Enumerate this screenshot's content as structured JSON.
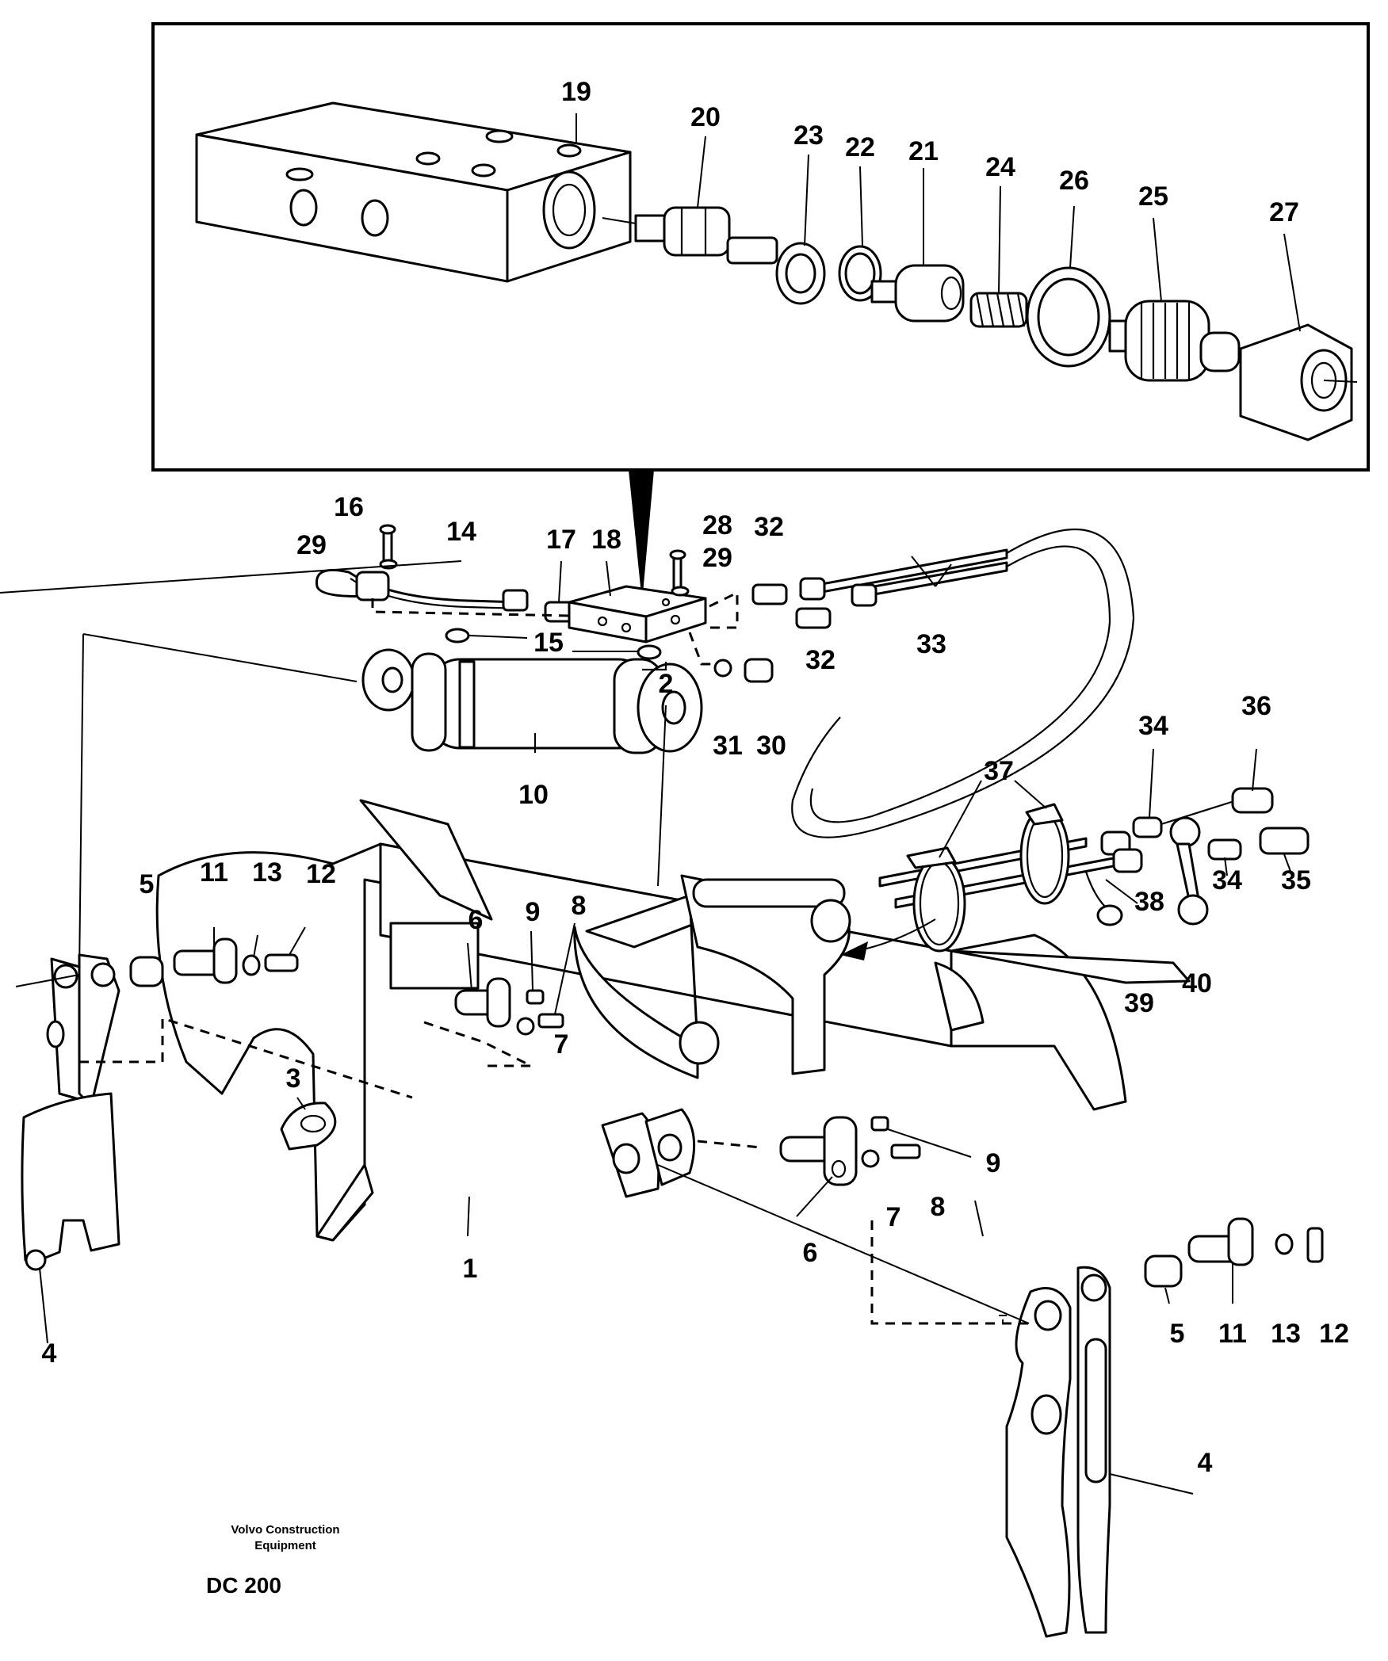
{
  "footer": {
    "brand_line1": "Volvo Construction",
    "brand_line2": "Equipment",
    "code": "DC 200"
  },
  "callouts": {
    "c19": "19",
    "c20": "20",
    "c23": "23",
    "c22": "22",
    "c21": "21",
    "c24": "24",
    "c26": "26",
    "c25": "25",
    "c27": "27",
    "c16": "16",
    "c29a": "29",
    "c14": "14",
    "c17": "17",
    "c18": "18",
    "c28": "28",
    "c29b": "29",
    "c32a": "32",
    "c32b": "32",
    "c33": "33",
    "c15": "15",
    "c31": "31",
    "c30": "30",
    "c10": "10",
    "c34a": "34",
    "c36": "36",
    "c37": "37",
    "c34b": "34",
    "c35": "35",
    "c38": "38",
    "c39": "39",
    "c40": "40",
    "c2": "2",
    "c5a": "5",
    "c11a": "11",
    "c13a": "13",
    "c12a": "12",
    "c6a": "6",
    "c9a": "9",
    "c8a": "8",
    "c7a": "7",
    "c3": "3",
    "c1": "1",
    "c9b": "9",
    "c7b": "7",
    "c8b": "8",
    "c6b": "6",
    "c4a": "4",
    "c5b": "5",
    "c11b": "11",
    "c13b": "13",
    "c12b": "12",
    "c4b": "4"
  }
}
